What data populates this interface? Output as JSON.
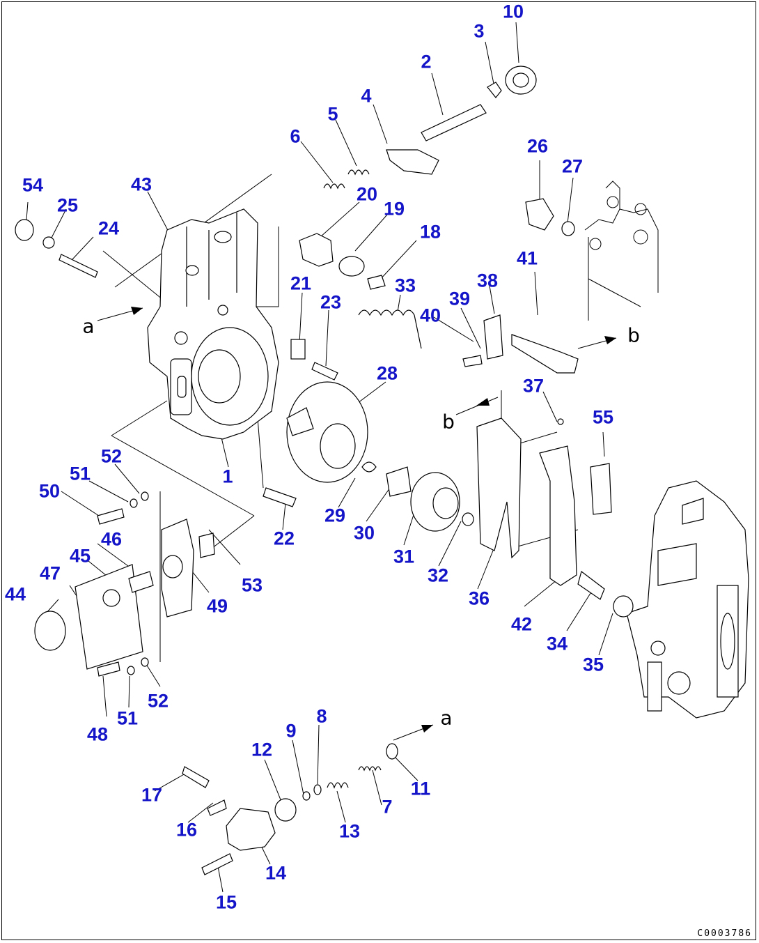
{
  "diagram": {
    "drawing_code": "C0003786",
    "view_markers": [
      "a",
      "b",
      "a",
      "b"
    ],
    "label_color": "#1414c8",
    "callouts": [
      "1",
      "2",
      "3",
      "4",
      "5",
      "6",
      "7",
      "8",
      "9",
      "10",
      "11",
      "12",
      "13",
      "14",
      "15",
      "16",
      "17",
      "18",
      "19",
      "20",
      "21",
      "22",
      "23",
      "24",
      "25",
      "26",
      "27",
      "28",
      "29",
      "30",
      "31",
      "32",
      "33",
      "34",
      "35",
      "36",
      "37",
      "38",
      "39",
      "40",
      "41",
      "42",
      "43",
      "44",
      "45",
      "46",
      "47",
      "48",
      "49",
      "50",
      "51",
      "51",
      "52",
      "52",
      "53",
      "54",
      "55"
    ]
  }
}
